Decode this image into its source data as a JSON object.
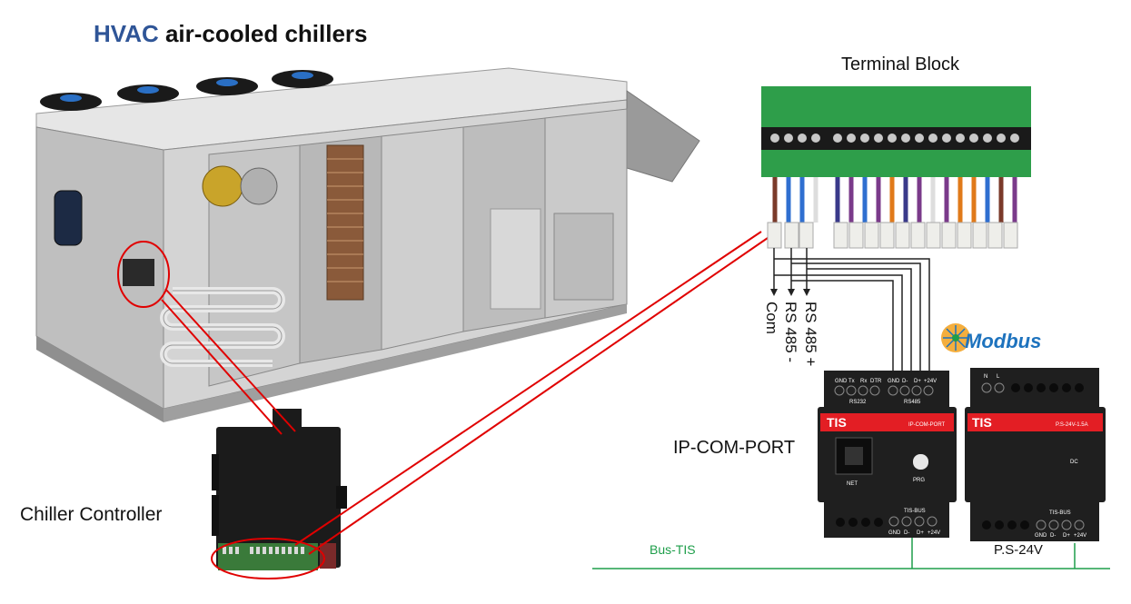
{
  "title": {
    "highlight": "HVAC",
    "rest": " air-cooled chillers"
  },
  "labels": {
    "terminal_block": "Terminal Block",
    "chiller_controller": "Chiller Controller",
    "ip_com_port": "IP-COM-PORT",
    "bus_tis": "Bus-TIS",
    "ps_24v": "P.S-24V",
    "com": "Com",
    "rs485_minus": "RS 485 -",
    "rs485_plus": "RS 485 +",
    "modbus": "Modbus"
  },
  "device_ipcom": {
    "brand": "TIS",
    "model": "IP-COM-PORT",
    "top_pins": [
      "GND",
      "Tx",
      "Rx",
      "DTR",
      "GND",
      "D-",
      "D+",
      "+24V"
    ],
    "top_group_left": "RS232",
    "top_group_right": "RS485",
    "net": "NET",
    "prg": "PRG",
    "bus_title": "TIS-BUS",
    "bus_pins": [
      "GND",
      "D-",
      "D+",
      "+24V"
    ]
  },
  "device_ps": {
    "brand": "TIS",
    "model": "P.S-24V-1.5A",
    "top_pins": [
      "N",
      "L"
    ],
    "dc": "DC",
    "bus_title": "TIS-BUS",
    "bus_pins": [
      "GND",
      "D-",
      "D+",
      "+24V"
    ]
  },
  "colors": {
    "title_highlight": "#2f5597",
    "bus_line": "#1e9e4a",
    "pointer": "#e00000",
    "device_body": "#1f1f1f",
    "tis_red": "#e31e24",
    "terminal_green": "#2e9e4a"
  }
}
